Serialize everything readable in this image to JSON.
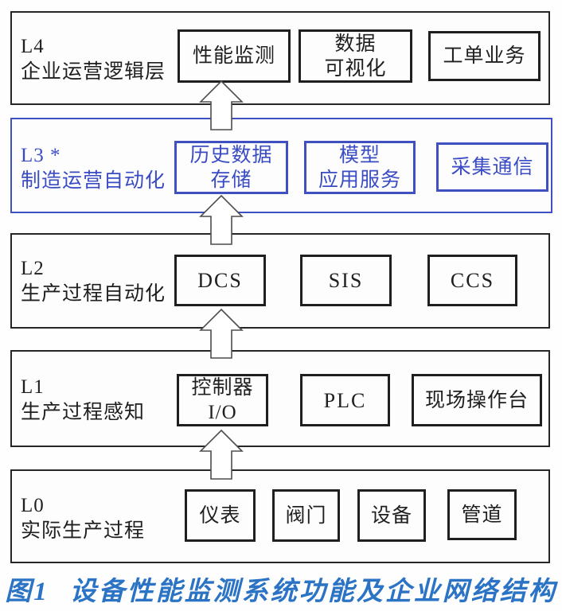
{
  "figure": {
    "caption": {
      "prefix": "图1",
      "text": "设备性能监测系统功能及企业网络结构"
    },
    "colors": {
      "ink": "#1f1f1f",
      "l3_blue": "#3a4cc4",
      "caption_blue": "#2b73c4",
      "arrow_fill": "#ffffff",
      "arrow_outline": "#4d4d4d"
    },
    "layers": [
      {
        "code": "L4",
        "name": "企业运营逻辑层",
        "boxes": [
          [
            "性能监测"
          ],
          [
            "数据",
            "可视化"
          ],
          [
            "工单业务"
          ]
        ]
      },
      {
        "code": "L3 *",
        "name": "制造运营自动化",
        "boxes": [
          [
            "历史数据",
            "存储"
          ],
          [
            "模型",
            "应用服务"
          ],
          [
            "采集通信"
          ]
        ]
      },
      {
        "code": "L2",
        "name": "生产过程自动化",
        "boxes": [
          [
            "DCS"
          ],
          [
            "SIS"
          ],
          [
            "CCS"
          ]
        ]
      },
      {
        "code": "L1",
        "name": "生产过程感知",
        "boxes": [
          [
            "控制器",
            "I/O"
          ],
          [
            "PLC"
          ],
          [
            "现场操作台"
          ]
        ]
      },
      {
        "code": "L0",
        "name": "实际生产过程",
        "boxes": [
          [
            "仪表"
          ],
          [
            "阀门"
          ],
          [
            "设备"
          ],
          [
            "管道"
          ]
        ]
      }
    ],
    "arrows": [
      {
        "from": "L3",
        "to": "L4"
      },
      {
        "from": "L2",
        "to": "L3"
      },
      {
        "from": "L1",
        "to": "L2"
      },
      {
        "from": "L0",
        "to": "L1"
      }
    ]
  }
}
